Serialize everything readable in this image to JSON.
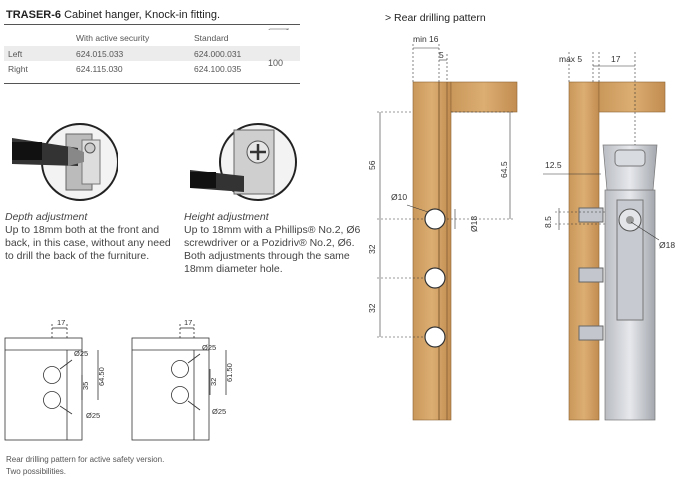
{
  "product": {
    "code": "TRASER-6",
    "name": " Cabinet hanger, Knock-in fitting."
  },
  "table": {
    "col_active": "With active security",
    "col_standard": "Standard",
    "rows": [
      {
        "label": "Left",
        "active": "624.015.033",
        "standard": "624.000.031"
      },
      {
        "label": "Right",
        "active": "624.115.030",
        "standard": "624.100.035"
      }
    ],
    "quantity": "100"
  },
  "depth": {
    "heading": "Depth adjustment",
    "text": "Up to 18mm both at the front and back, in this case, without any need to drill the back of the furniture."
  },
  "height": {
    "heading": "Height adjustment",
    "text": "Up to 18mm with a Phillips® No.2, Ø6 screwdriver or a Pozidriv® No.2, Ø6. Both adjustments through the same 18mm diameter hole."
  },
  "section_title": "> Rear drilling pattern",
  "drawing_main": {
    "min16": "min 16",
    "d5": "5",
    "d56": "56",
    "d645": "64.5",
    "dia10": "Ø10",
    "dia18": "Ø18",
    "d32a": "32",
    "d32b": "32"
  },
  "drawing_side": {
    "max5": "max 5",
    "d17": "17",
    "d125": "12.5",
    "d85": "8.5",
    "dia18": "Ø18"
  },
  "small_left": {
    "d17": "17",
    "dia25a": "Ø25",
    "d35": "35",
    "d6450": "64.50",
    "dia25b": "Ø25"
  },
  "small_right": {
    "d17": "17",
    "dia25a": "Ø25",
    "d32": "32",
    "d6150": "61.50",
    "dia25b": "Ø25"
  },
  "footnote": {
    "line1": "Rear drilling pattern for active safety version.",
    "line2": "Two possibilities."
  }
}
